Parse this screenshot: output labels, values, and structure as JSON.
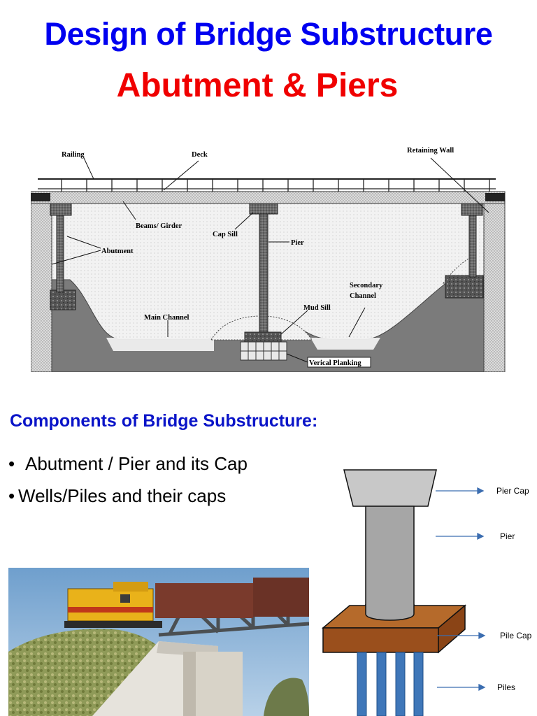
{
  "title": "Design of Bridge Substructure",
  "subtitle": "Abutment & Piers",
  "bridge_diagram": {
    "labels": {
      "railing": "Railing",
      "deck": "Deck",
      "retaining_wall": "Retaining Wall",
      "beams": "Beams/ Girder",
      "cap_sill": "Cap Sill",
      "pier": "Pier",
      "abutment": "Abutment",
      "secondary_channel_1": "Secondary",
      "secondary_channel_2": "Channel",
      "mud_sill": "Mud Sill",
      "main_channel": "Main Channel",
      "vertical_planking": "Verical Planking"
    }
  },
  "components": {
    "heading": "Components of Bridge Substructure:",
    "items": [
      "Abutment / Pier and its Cap",
      "Wells/Piles and their caps"
    ],
    "bullet": "•"
  },
  "pier_diagram": {
    "labels": {
      "pier_cap": "Pier Cap",
      "pier": "Pier",
      "pile_cap": "Pile Cap",
      "piles": "Piles"
    }
  }
}
